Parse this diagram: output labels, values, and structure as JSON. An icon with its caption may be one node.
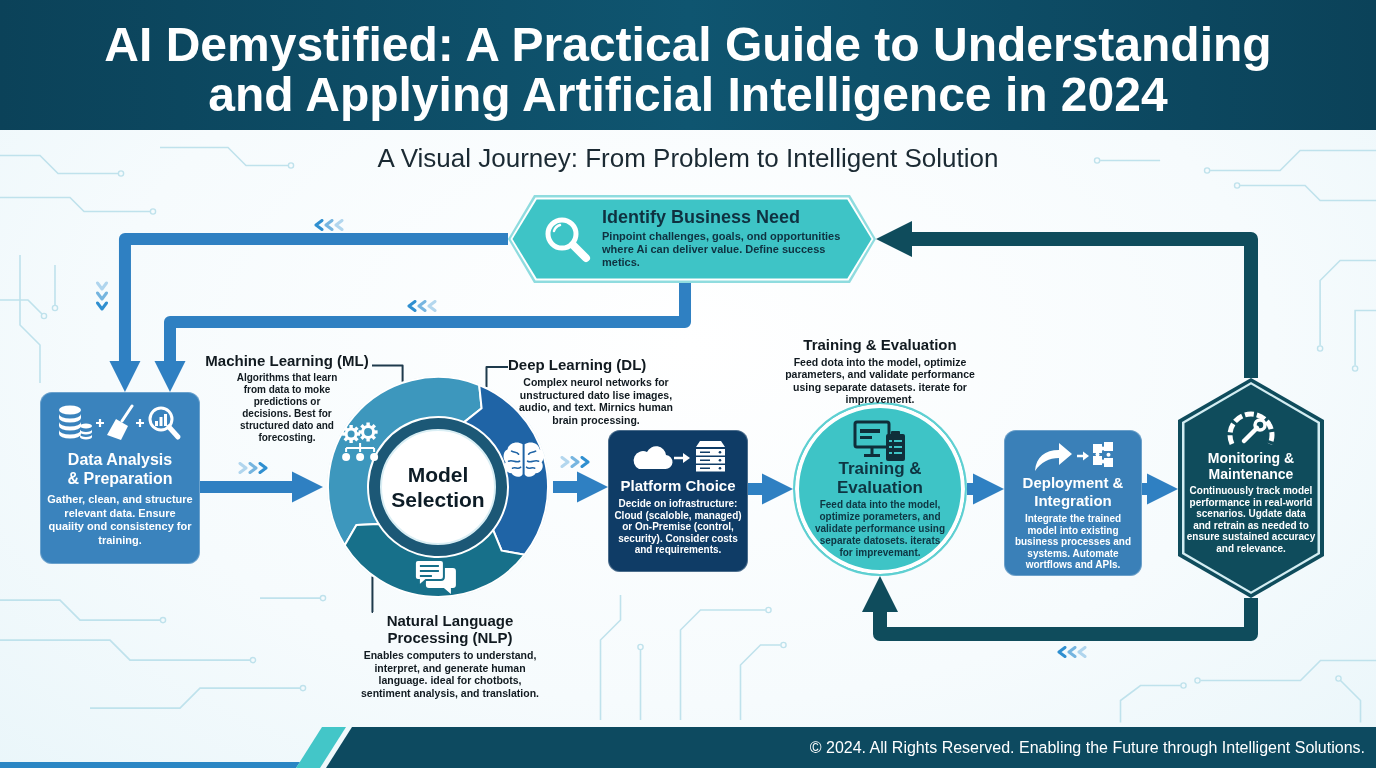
{
  "diagram": {
    "title": "AI Demystified: A Practical Guide to Understanding and Applying Artificial Intelligence in 2024",
    "nodes": [
      {
        "text": [
          "Identify Business Need",
          "Pinpoint challenges, goals, ond opportunities where Ai can deliver value. Define success metics."
        ]
      },
      {
        "text": [
          "Data Analysis & Preparation",
          "Gather, clean, and structure relevant data. Ensure quaiity ond consistency for training."
        ]
      },
      {
        "text": [
          "Machine Learning (ML)",
          "Algorithms that learn from data to moke predictions or decisions. Best for structured dato and forecosting."
        ]
      },
      {
        "text": [
          "Deep Learning (DL)",
          "Complex neurol networks for unstructured dato lise images, audio, and text. Mirnics human brain processing."
        ]
      },
      {
        "text": [
          "Model Selection"
        ]
      },
      {
        "text": [],
        "shape": "arc",
        "in": 4
      },
      {
        "text": [],
        "shape": "arc",
        "in": 4
      },
      {
        "text": [],
        "shape": "arc",
        "in": 4
      },
      {
        "text": [
          "Natural Language Processing (NLP)",
          "Enables computers to understand, interpret, and generate human language. ideal for chotbots, sentiment analysis, and translation."
        ]
      },
      {
        "text": [
          "Platform Choice",
          "Decide on iofrastructure: Cloud (scaloble, managed) or On-Premise (control, security). Consider costs and requirements."
        ]
      },
      {
        "text": [
          "Training & Evaluation",
          "Feed data into the model, optimize porameters, and validate performance using separate datosets. iterats for imprevemant."
        ],
        "beside": [
          "Training & Evaluation",
          "Feed dota into the model, optimize parameters, and validate performance using separate datasets. iterate for improvement."
        ]
      },
      {
        "text": [
          "Deployment & Integration",
          "Integrate the trained model into existing business processes and systems. Automate wortflows and APIs."
        ]
      },
      {
        "text": [
          "Monitoring & Maintenance",
          "Continuously track model performance in real-world scenarios. Ugdate data and retrain as needed to ensure sustained accuracy and relevance."
        ]
      }
    ],
    "edges": [
      {
        "from": 0,
        "to": 1,
        "arrow": "to"
      },
      {
        "from": 0,
        "to": 1,
        "arrow": "to"
      },
      {
        "from": 1,
        "to": 4,
        "arrow": "to"
      },
      {
        "from": 4,
        "to": 9,
        "arrow": "to"
      },
      {
        "from": 9,
        "to": 10,
        "arrow": "to"
      },
      {
        "from": 10,
        "to": 11,
        "arrow": "to"
      },
      {
        "from": 11,
        "to": 12,
        "arrow": "to"
      },
      {
        "from": 12,
        "to": 0,
        "arrow": "to",
        "color": "#0f4c5c"
      },
      {
        "from": 12,
        "to": 10,
        "arrow": "to",
        "color": "#0f4c5c"
      },
      {
        "from": 2,
        "to": 5,
        "arrow": "none",
        "color": "#1e3a4c"
      },
      {
        "from": 3,
        "to": 6,
        "arrow": "none",
        "color": "#1e3a4c"
      },
      {
        "from": 8,
        "to": 7,
        "arrow": "none",
        "color": "#1e3a4c"
      }
    ],
    "labels": [
      "A Visual Journey: From Problem to Intelligent Solution",
      "© 2024. All Rights Reserved. Enabling the Future through Intelligent Solutions."
    ]
  }
}
